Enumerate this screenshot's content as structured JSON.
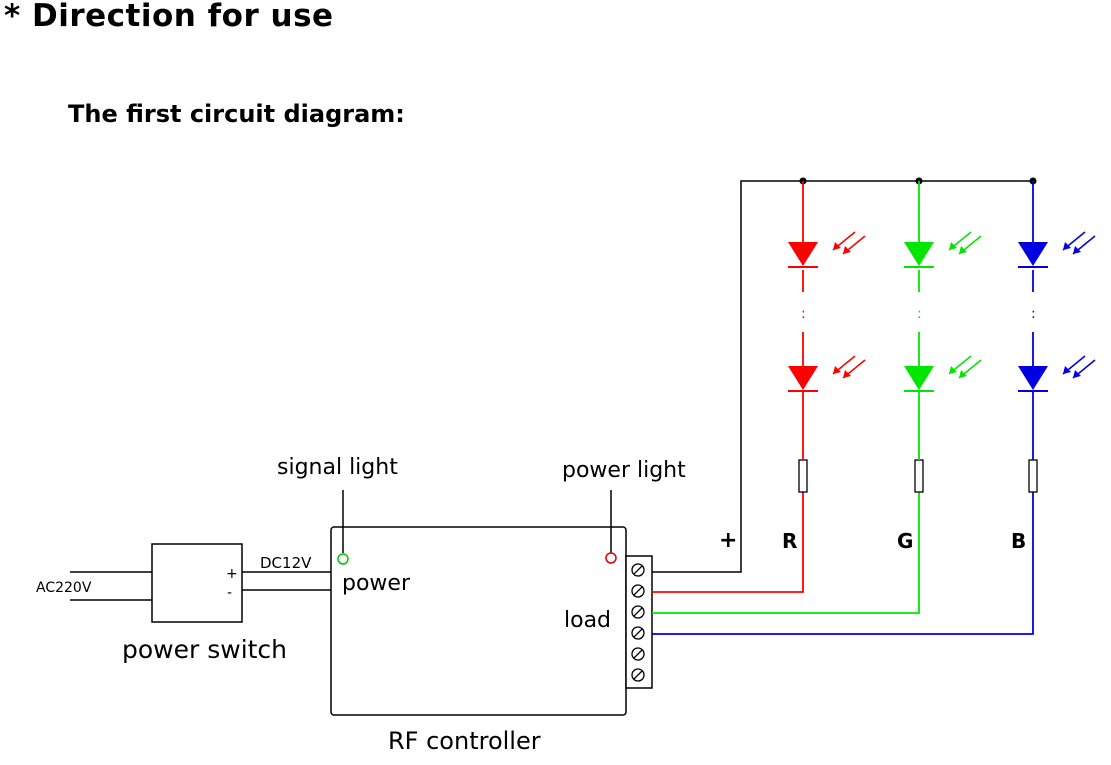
{
  "page": {
    "title": "* Direction for use",
    "heading": "The first circuit diagram:"
  },
  "diagram": {
    "input_label": "AC220V",
    "power_switch": {
      "label": "power switch",
      "plus": "+",
      "minus": "-"
    },
    "dc_label": "DC12V",
    "controller": {
      "label": "RF controller",
      "power_text": "power",
      "load_text": "load",
      "signal_light_label": "signal light",
      "power_light_label": "power light",
      "terminal_count": 6
    },
    "plus_marker": "+",
    "channels": [
      {
        "name": "R",
        "color": "#ff0000"
      },
      {
        "name": "G",
        "color": "#00e600"
      },
      {
        "name": "B",
        "color": "#0000e0"
      }
    ],
    "colors": {
      "wire": "#000000",
      "signal_light": "#00c800",
      "power_light": "#e00000"
    },
    "ellipsis": ":"
  }
}
